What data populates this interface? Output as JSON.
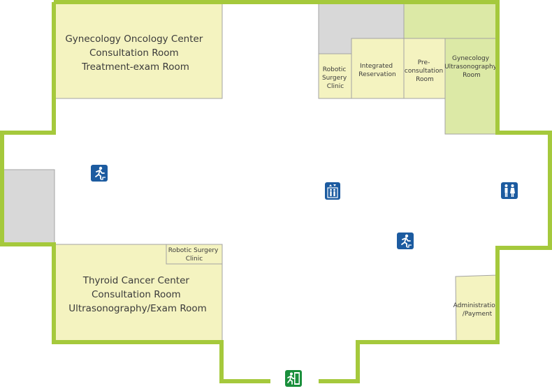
{
  "colors": {
    "wall": "#a5c93c",
    "room_fill": "#f4f3c0",
    "room_highlight_fill": "#dce9a6",
    "unassigned_fill": "#d8d8d8",
    "room_border": "#a3a3a3",
    "icon_blue": "#1c5ba0",
    "exit_green": "#1a8f3c"
  },
  "rooms": {
    "gyn_oncology": [
      "Gynecology Oncology Center",
      "Consultation Room",
      "Treatment-exam Room"
    ],
    "robotic_surgery_top": [
      "Robotic",
      "Surgery",
      "Clinic"
    ],
    "integrated_reservation": [
      "Integrated",
      "Reservation"
    ],
    "pre_consultation": [
      "Pre-",
      "consultation",
      "Room"
    ],
    "gyn_ultrasonography": [
      "Gynecology",
      "Ultrasonography",
      "Room"
    ],
    "robotic_surgery_bottom": [
      "Robotic Surgery",
      "Clinic"
    ],
    "thyroid": [
      "Thyroid Cancer Center",
      "Consultation Room",
      "Ultrasonography/Exam Room"
    ],
    "administration": [
      "Administration",
      "/Payment"
    ]
  },
  "icons": {
    "exit_stairs_left": "emergency-stairs-icon",
    "elevator": "elevator-icon",
    "restroom": "restroom-icon",
    "exit_stairs_right": "emergency-stairs-icon",
    "emergency_exit": "emergency-exit-icon"
  }
}
